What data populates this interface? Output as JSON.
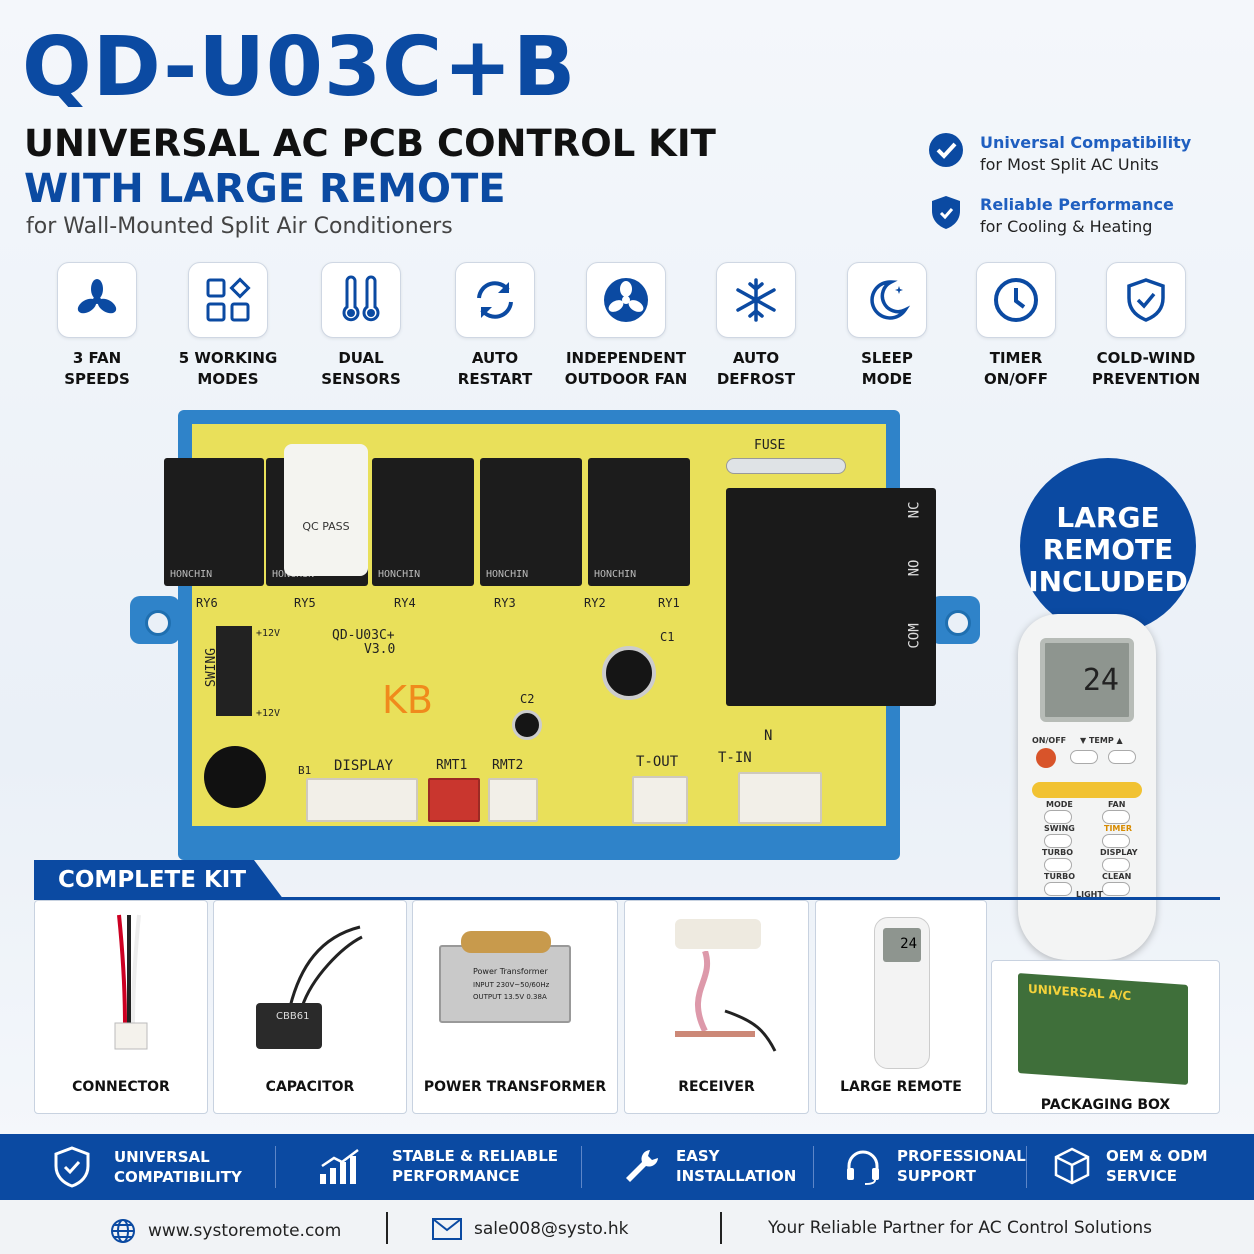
{
  "title": "QD-U03C+B",
  "subtitle": "UNIVERSAL AC PCB CONTROL KIT",
  "subtitle2": "WITH LARGE REMOTE",
  "tagline": "for Wall-Mounted Split Air Conditioners",
  "badges": [
    {
      "icon": "check-circle-icon",
      "title": "Universal Compatibility",
      "text": "for Most Split AC Units"
    },
    {
      "icon": "shield-icon",
      "title": "Reliable Performance",
      "text": "for Cooling & Heating"
    }
  ],
  "features": [
    {
      "icon": "fan-icon",
      "line1": "3 FAN",
      "line2": "SPEEDS"
    },
    {
      "icon": "modes-grid-icon",
      "line1": "5 WORKING",
      "line2": "MODES"
    },
    {
      "icon": "thermometer-icon",
      "line1": "DUAL",
      "line2": "SENSORS"
    },
    {
      "icon": "restart-icon",
      "line1": "AUTO",
      "line2": "RESTART"
    },
    {
      "icon": "outdoor-fan-icon",
      "line1": "INDEPENDENT",
      "line2": "OUTDOOR FAN"
    },
    {
      "icon": "snowflake-icon",
      "line1": "AUTO",
      "line2": "DEFROST"
    },
    {
      "icon": "moon-icon",
      "line1": "SLEEP",
      "line2": "MODE"
    },
    {
      "icon": "clock-icon",
      "line1": "TIMER",
      "line2": "ON/OFF"
    },
    {
      "icon": "shield-check-icon",
      "line1": "COLD-WIND",
      "line2": "PREVENTION"
    }
  ],
  "pcb": {
    "model": "QD-U03C+",
    "version": "V3.0",
    "brand": "KB",
    "relays": [
      "RY6",
      "RY5",
      "RY4",
      "RY3",
      "RY2",
      "RY1"
    ],
    "relay_brand": "HONCHIN",
    "labels": {
      "fuse": "FUSE",
      "swing": "SWING",
      "c1": "C1",
      "c2": "C2",
      "b1": "B1",
      "display": "DISPLAY",
      "rmt1": "RMT1",
      "rmt2": "RMT2",
      "tout": "T-OUT",
      "tin": "T-IN",
      "nc": "NC",
      "no": "NO",
      "com": "COM",
      "n": "N",
      "v12a": "+12V",
      "v12b": "+12V",
      "qc": "QC PASS"
    }
  },
  "included_badge": {
    "line1": "LARGE",
    "line2": "REMOTE",
    "line3": "INCLUDED"
  },
  "remote": {
    "display": "24",
    "on_off": "ON/OFF",
    "temp": "▼ TEMP ▲",
    "mode": "MODE",
    "fan": "FAN",
    "swing": "SWING",
    "timer": "TIMER",
    "turbo_a": "TURBO",
    "display_btn": "DISPLAY",
    "turbo": "TURBO",
    "clean": "CLEAN",
    "light": "LIGHT"
  },
  "kit": {
    "heading": "COMPLETE KIT",
    "items": [
      "CONNECTOR",
      "CAPACITOR",
      "POWER TRANSFORMER",
      "RECEIVER",
      "LARGE REMOTE",
      "PACKAGING BOX"
    ],
    "mini_remote_display": "24",
    "capacitor_label": "CBB61",
    "transformer_text": "Power Transformer",
    "transformer_input": "INPUT 230V~50/60Hz",
    "transformer_output": "OUTPUT 13.5V 0.38A",
    "box_label": "UNIVERSAL A/C"
  },
  "bottom_band": [
    {
      "icon": "shield-icon",
      "line1": "UNIVERSAL",
      "line2": "COMPATIBILITY"
    },
    {
      "icon": "chart-up-icon",
      "line1": "STABLE & RELIABLE",
      "line2": "PERFORMANCE"
    },
    {
      "icon": "wrench-icon",
      "line1": "EASY",
      "line2": "INSTALLATION"
    },
    {
      "icon": "headset-icon",
      "line1": "PROFESSIONAL",
      "line2": "SUPPORT"
    },
    {
      "icon": "box-icon",
      "line1": "OEM & ODM",
      "line2": "SERVICE"
    }
  ],
  "footer": {
    "website": "www.systoremote.com",
    "email": "sale008@systo.hk",
    "slogan": "Your Reliable Partner for AC Control Solutions"
  },
  "colors": {
    "brand_blue": "#0b4aa2",
    "pcb_yellow": "#e9e05a",
    "pcb_blue": "#2f83c9"
  }
}
